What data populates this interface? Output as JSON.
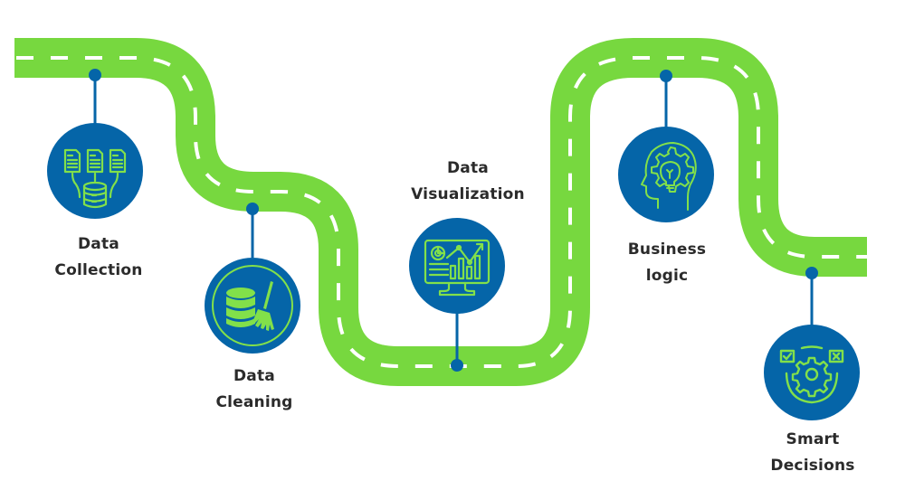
{
  "colors": {
    "road": "#77d83f",
    "road_dash": "#ffffff",
    "circle": "#0565a8",
    "icon": "#82e04a",
    "connector": "#0565a8",
    "text": "#2b2b2b",
    "background": "#ffffff"
  },
  "steps": [
    {
      "id": "data-collection",
      "line1": "Data",
      "line2": "Collection",
      "icon": "documents-database-icon"
    },
    {
      "id": "data-cleaning",
      "line1": "Data",
      "line2": "Cleaning",
      "icon": "database-broom-icon"
    },
    {
      "id": "data-visualization",
      "line1": "Data",
      "line2": "Visualization",
      "icon": "monitor-chart-icon"
    },
    {
      "id": "business-logic",
      "line1": "Business",
      "line2": "logic",
      "icon": "head-gear-bulb-icon"
    },
    {
      "id": "smart-decisions",
      "line1": "Smart",
      "line2": "Decisions",
      "icon": "gear-check-cross-icon"
    }
  ]
}
